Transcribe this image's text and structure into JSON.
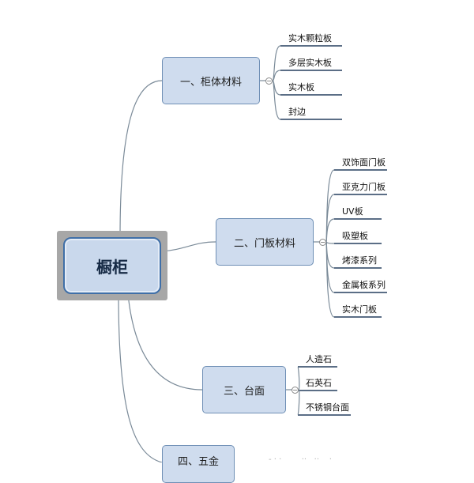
{
  "root": {
    "label": "橱柜"
  },
  "branches": [
    {
      "label": "一、柜体材料",
      "children": [
        "实木颗粒板",
        "多层实木板",
        "实木板",
        "封边"
      ]
    },
    {
      "label": "二、门板材料",
      "children": [
        "双饰面门板",
        "亚克力门板",
        "UV板",
        "吸塑板",
        "烤漆系列",
        "金属板系列",
        "实木门板"
      ]
    },
    {
      "label": "三、台面",
      "children": [
        "人造石",
        "石英石",
        "不锈钢台面"
      ]
    },
    {
      "label": "四、五金",
      "children": []
    }
  ],
  "colors": {
    "node_fill": "#cfdcee",
    "node_border": "#6f8fb5",
    "root_border": "#3f6fa8",
    "line": "#7a8a98",
    "leaf_underline": "#5b6e86"
  },
  "icons": {
    "collapse": "minus-circle-icon"
  }
}
